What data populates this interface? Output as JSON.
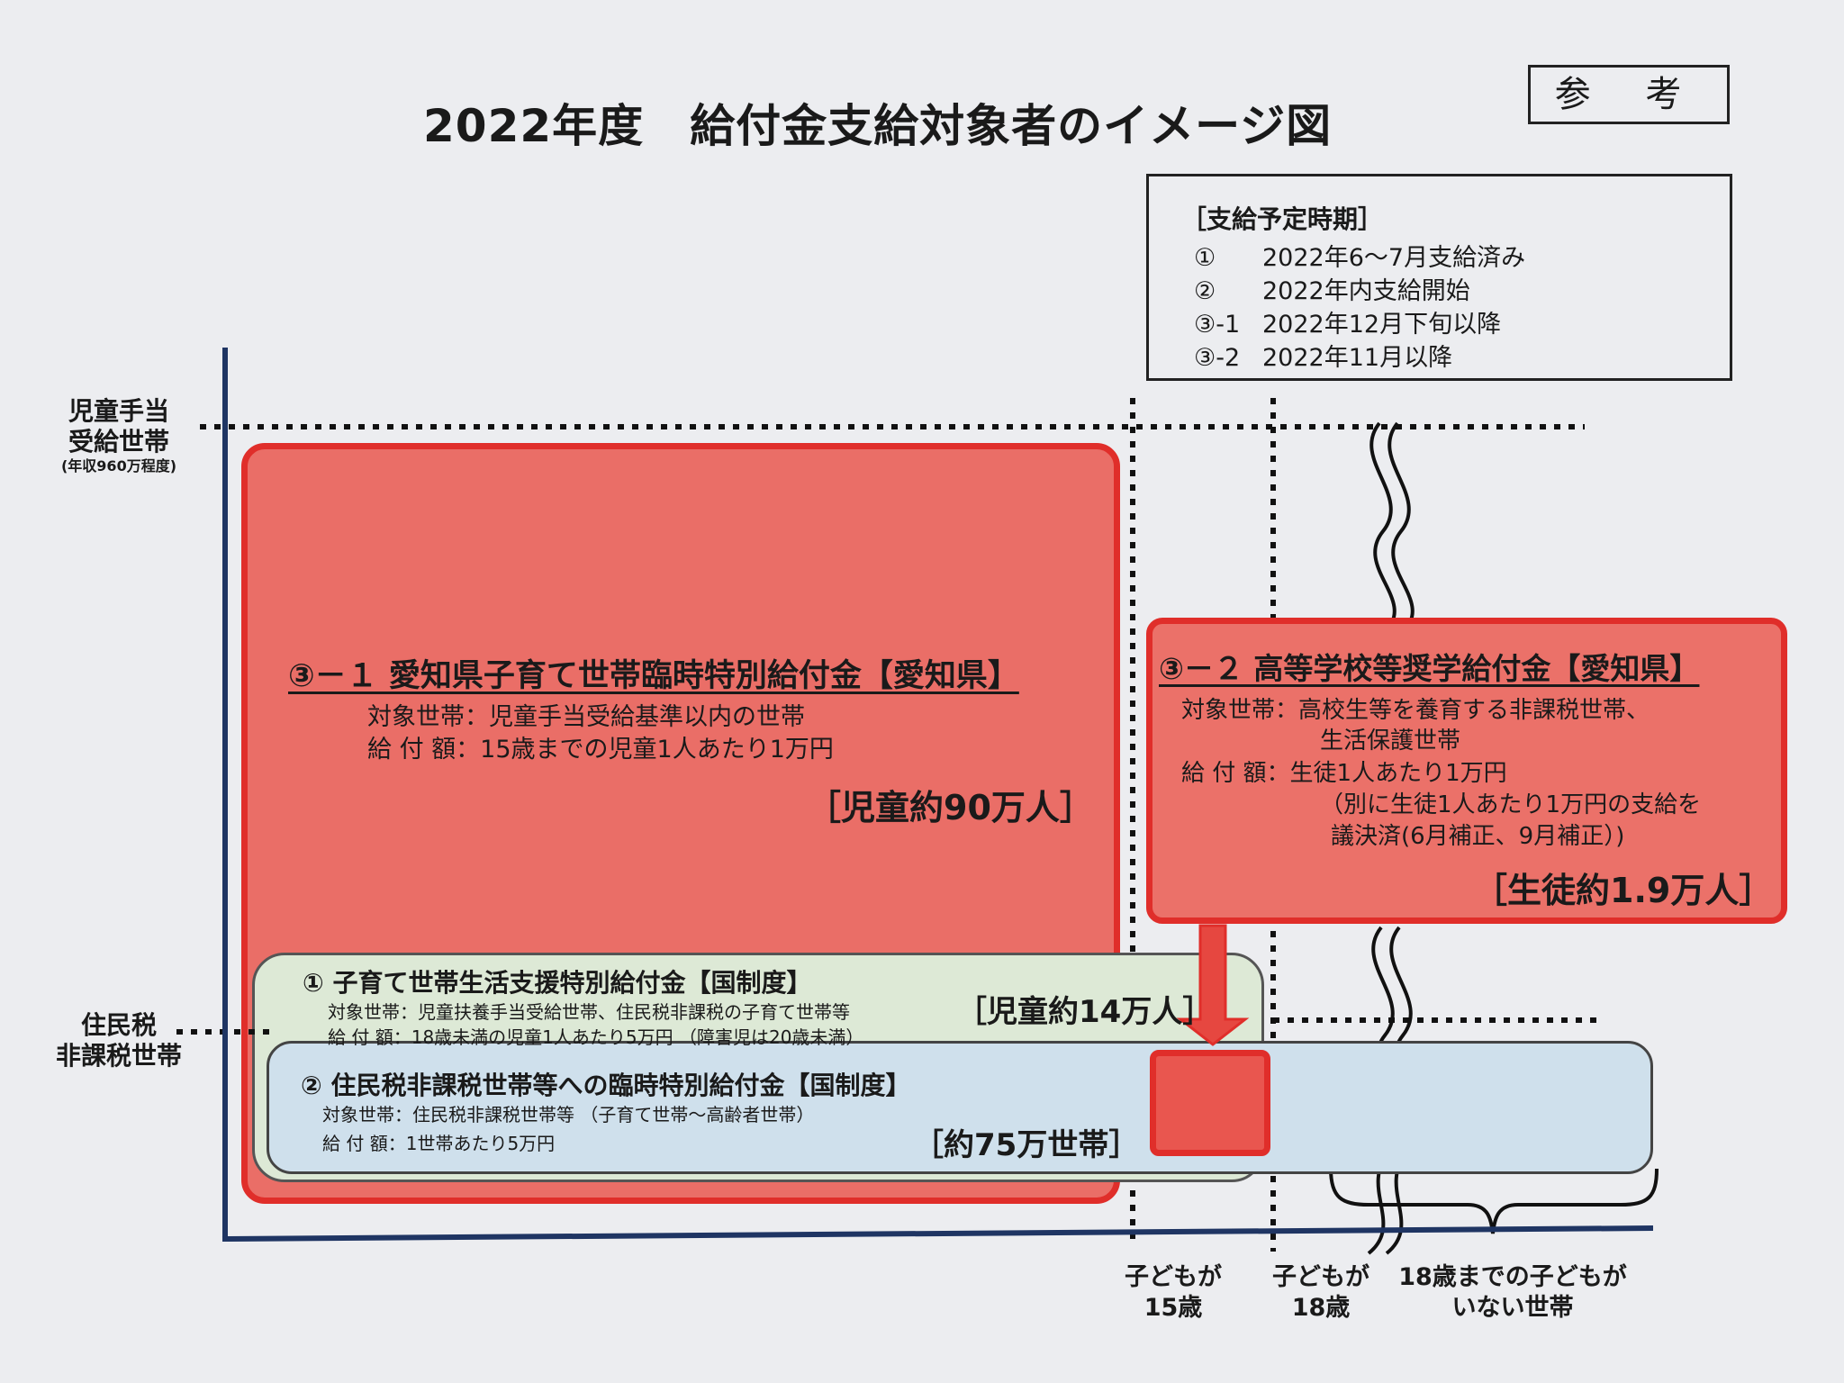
{
  "title": "2022年度　給付金支給対象者のイメージ図",
  "reference_label": "参 考",
  "schedule": {
    "heading": "［支給予定時期］",
    "rows": [
      {
        "key": "①",
        "value": "2022年6～7月支給済み"
      },
      {
        "key": "②",
        "value": "2022年内支給開始"
      },
      {
        "key": "③-1",
        "value": "2022年12月下旬以降"
      },
      {
        "key": "③-2",
        "value": "2022年11月以降"
      }
    ]
  },
  "y_labels": {
    "child_allowance_line1": "児童手当",
    "child_allowance_line2": "受給世帯",
    "child_allowance_note": "(年収960万程度)",
    "tax_exempt_line1": "住民税",
    "tax_exempt_line2": "非課税世帯"
  },
  "x_labels": {
    "age15_line1": "子どもが",
    "age15_line2": "15歳",
    "age18_line1": "子どもが",
    "age18_line2": "18歳",
    "no_child_line1": "18歳までの子どもが",
    "no_child_line2": "いない世帯"
  },
  "program_3_1": {
    "title": "③－１ 愛知県子育て世帯臨時特別給付金【愛知県】",
    "target": "対象世帯：児童手当受給基準以内の世帯",
    "amount": "給 付 額：15歳までの児童1人あたり1万円",
    "count": "［児童約90万人］"
  },
  "program_3_2": {
    "title": "③－２ 高等学校等奨学給付金【愛知県】",
    "target_line1": "対象世帯：高校生等を養育する非課税世帯、",
    "target_line2": "生活保護世帯",
    "amount": "給 付 額：生徒1人あたり1万円",
    "note_line1": "（別に生徒1人あたり1万円の支給を",
    "note_line2": "議決済(6月補正、9月補正）)",
    "count": "［生徒約1.9万人］"
  },
  "program_1": {
    "title": "① 子育て世帯生活支援特別給付金【国制度】",
    "target": "対象世帯：児童扶養手当受給世帯、住民税非課税の子育て世帯等",
    "amount": "給 付 額：18歳未満の児童1人あたり5万円 （障害児は20歳未満）",
    "count": "［児童約14万人］"
  },
  "program_2": {
    "title": "② 住民税非課税世帯等への臨時特別給付金【国制度】",
    "target": "対象世帯：住民税非課税世帯等 （子育て世帯～高齢者世帯）",
    "amount": "給 付 額：1世帯あたり5万円",
    "count": "［約75万世帯］"
  },
  "colors": {
    "axis": "#1f3563",
    "red_fill": "#ea6e67",
    "red_border": "#e02e2a",
    "green_fill": "#dde9d6",
    "blue_fill": "#cfe0ec"
  }
}
